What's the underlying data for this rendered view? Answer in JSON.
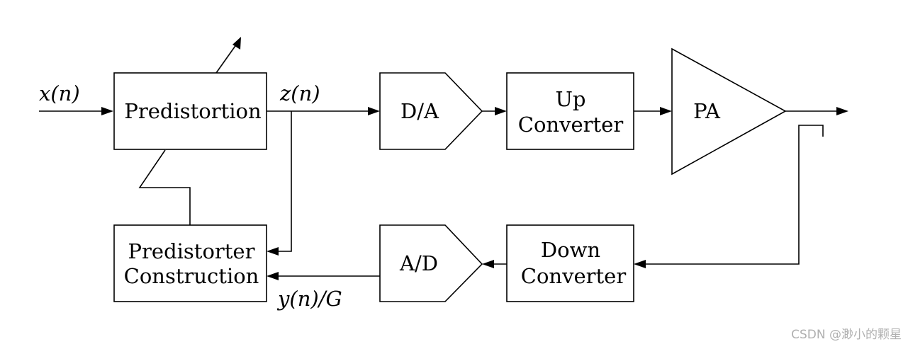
{
  "blocks": {
    "predistortion": "Predistortion",
    "da": "D/A",
    "up_converter": [
      "Up",
      "Converter"
    ],
    "pa": "PA",
    "predistorter_construction": [
      "Predistorter",
      "Construction"
    ],
    "ad": "A/D",
    "down_converter": [
      "Down",
      "Converter"
    ]
  },
  "signals": {
    "input": "x(n)",
    "predistorted": "z(n)",
    "feedback": "y(n)/G"
  },
  "watermark": "CSDN @渺小的颗星"
}
